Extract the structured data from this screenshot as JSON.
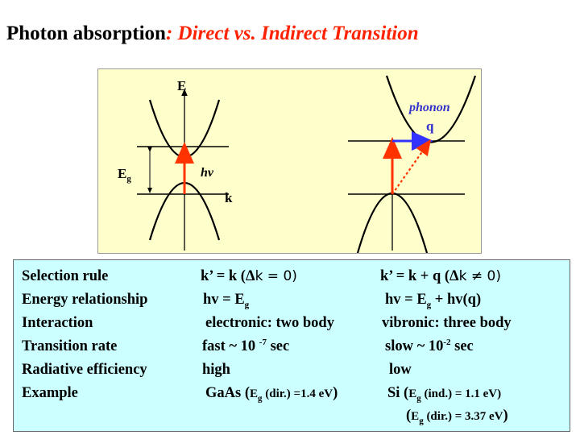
{
  "title": {
    "prefix": "Photon absorption",
    "suffix": ": Direct vs. Indirect Transition"
  },
  "diagram": {
    "labels": {
      "energy_axis": "E",
      "bandgap": "E",
      "bandgap_sub": "g",
      "photon": "hv",
      "momentum": "k",
      "phonon": "phonon",
      "phonon_momentum": "q"
    },
    "colors": {
      "background": "#ffffcc",
      "photon_arrow": "#ff3300",
      "phonon_arrow": "#3333ff",
      "phonon_text": "#3333cc",
      "dotted_path": "#ff3300"
    }
  },
  "table": {
    "rows": [
      {
        "label": "Selection rule",
        "direct_pre": "k’ = k (",
        "direct_delta": "Δ",
        "direct_post": "k = 0)",
        "indirect_pre": "k’ = k + q  (",
        "indirect_delta": "Δ",
        "indirect_post": "k ≠ 0)"
      },
      {
        "label": "Energy relationship",
        "direct_pre": "hv = E",
        "direct_sub": "g",
        "indirect_pre": "hv = E",
        "indirect_sub": "g",
        "indirect_post": " + hv(q)"
      },
      {
        "label": "Interaction",
        "direct": "electronic: two body",
        "indirect": "vibronic: three body"
      },
      {
        "label": "Transition rate",
        "direct_pre": "fast  ~ 10 ",
        "direct_sup": "-7",
        "direct_post": " sec",
        "indirect_pre": "slow ~ 10",
        "indirect_sup": "-2",
        "indirect_post": " sec"
      },
      {
        "label": "Radiative efficiency",
        "direct": "high",
        "indirect": "low"
      },
      {
        "label": "Example",
        "direct_main": "GaAs (",
        "direct_e": "E",
        "direct_sub": "g",
        "direct_rest": " (dir.) =1.4 eV",
        "direct_close": ")",
        "indirect_main": "Si (",
        "indirect_e": "E",
        "indirect_sub": "g",
        "indirect_rest": " (ind.) = 1.1 eV)",
        "line2_open": "(",
        "line2_e": "E",
        "line2_sub": "g",
        "line2_rest": " (dir.) = 3.37 eV",
        "line2_close": ")"
      }
    ]
  }
}
